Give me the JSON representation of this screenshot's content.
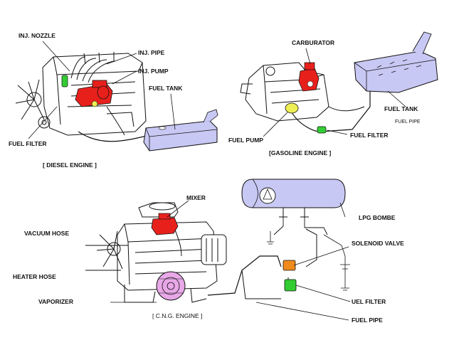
{
  "diagram": {
    "diesel": {
      "labels": {
        "inj_nozzle": "INJ. NOZZLE",
        "inj_pipe": "INJ. PIPE",
        "inj_pump": "INJ. PUMP",
        "fuel_tank": "FUEL TANK",
        "fuel_filter": "FUEL FILTER"
      },
      "caption": "[ DIESEL  ENGINE ]"
    },
    "gasoline": {
      "labels": {
        "carburator": "CARBURATOR",
        "fuel_tank": "FUEL TANK",
        "fuel_pipe": "FUEL PIPE",
        "fuel_filter": "FUEL FILTER",
        "fuel_pump": "FUEL PUMP"
      },
      "caption": "[GASOLINE  ENGINE ]"
    },
    "cng": {
      "labels": {
        "mixer": "MIXER",
        "vacuum_hose": "VACUUM HOSE",
        "heater_hose": "HEATER HOSE",
        "vaporizer": "VAPORIZER",
        "lpg_bombe": "LPG BOMBE",
        "solenoid_valve": "SOLENOID VALVE",
        "uel_filter": "UEL FILTER",
        "fuel_pipe": "FUEL PIPE"
      },
      "caption": "[ C.N.G.  ENGINE ]"
    },
    "colors": {
      "injection_parts": "#e8201c",
      "filter": "#33cc33",
      "tank": "#c8c8f4",
      "fuel_pump": "#eeee55",
      "solenoid": "#f08a1c",
      "vaporizer": "#e8a8e8",
      "line": "#111111"
    }
  }
}
